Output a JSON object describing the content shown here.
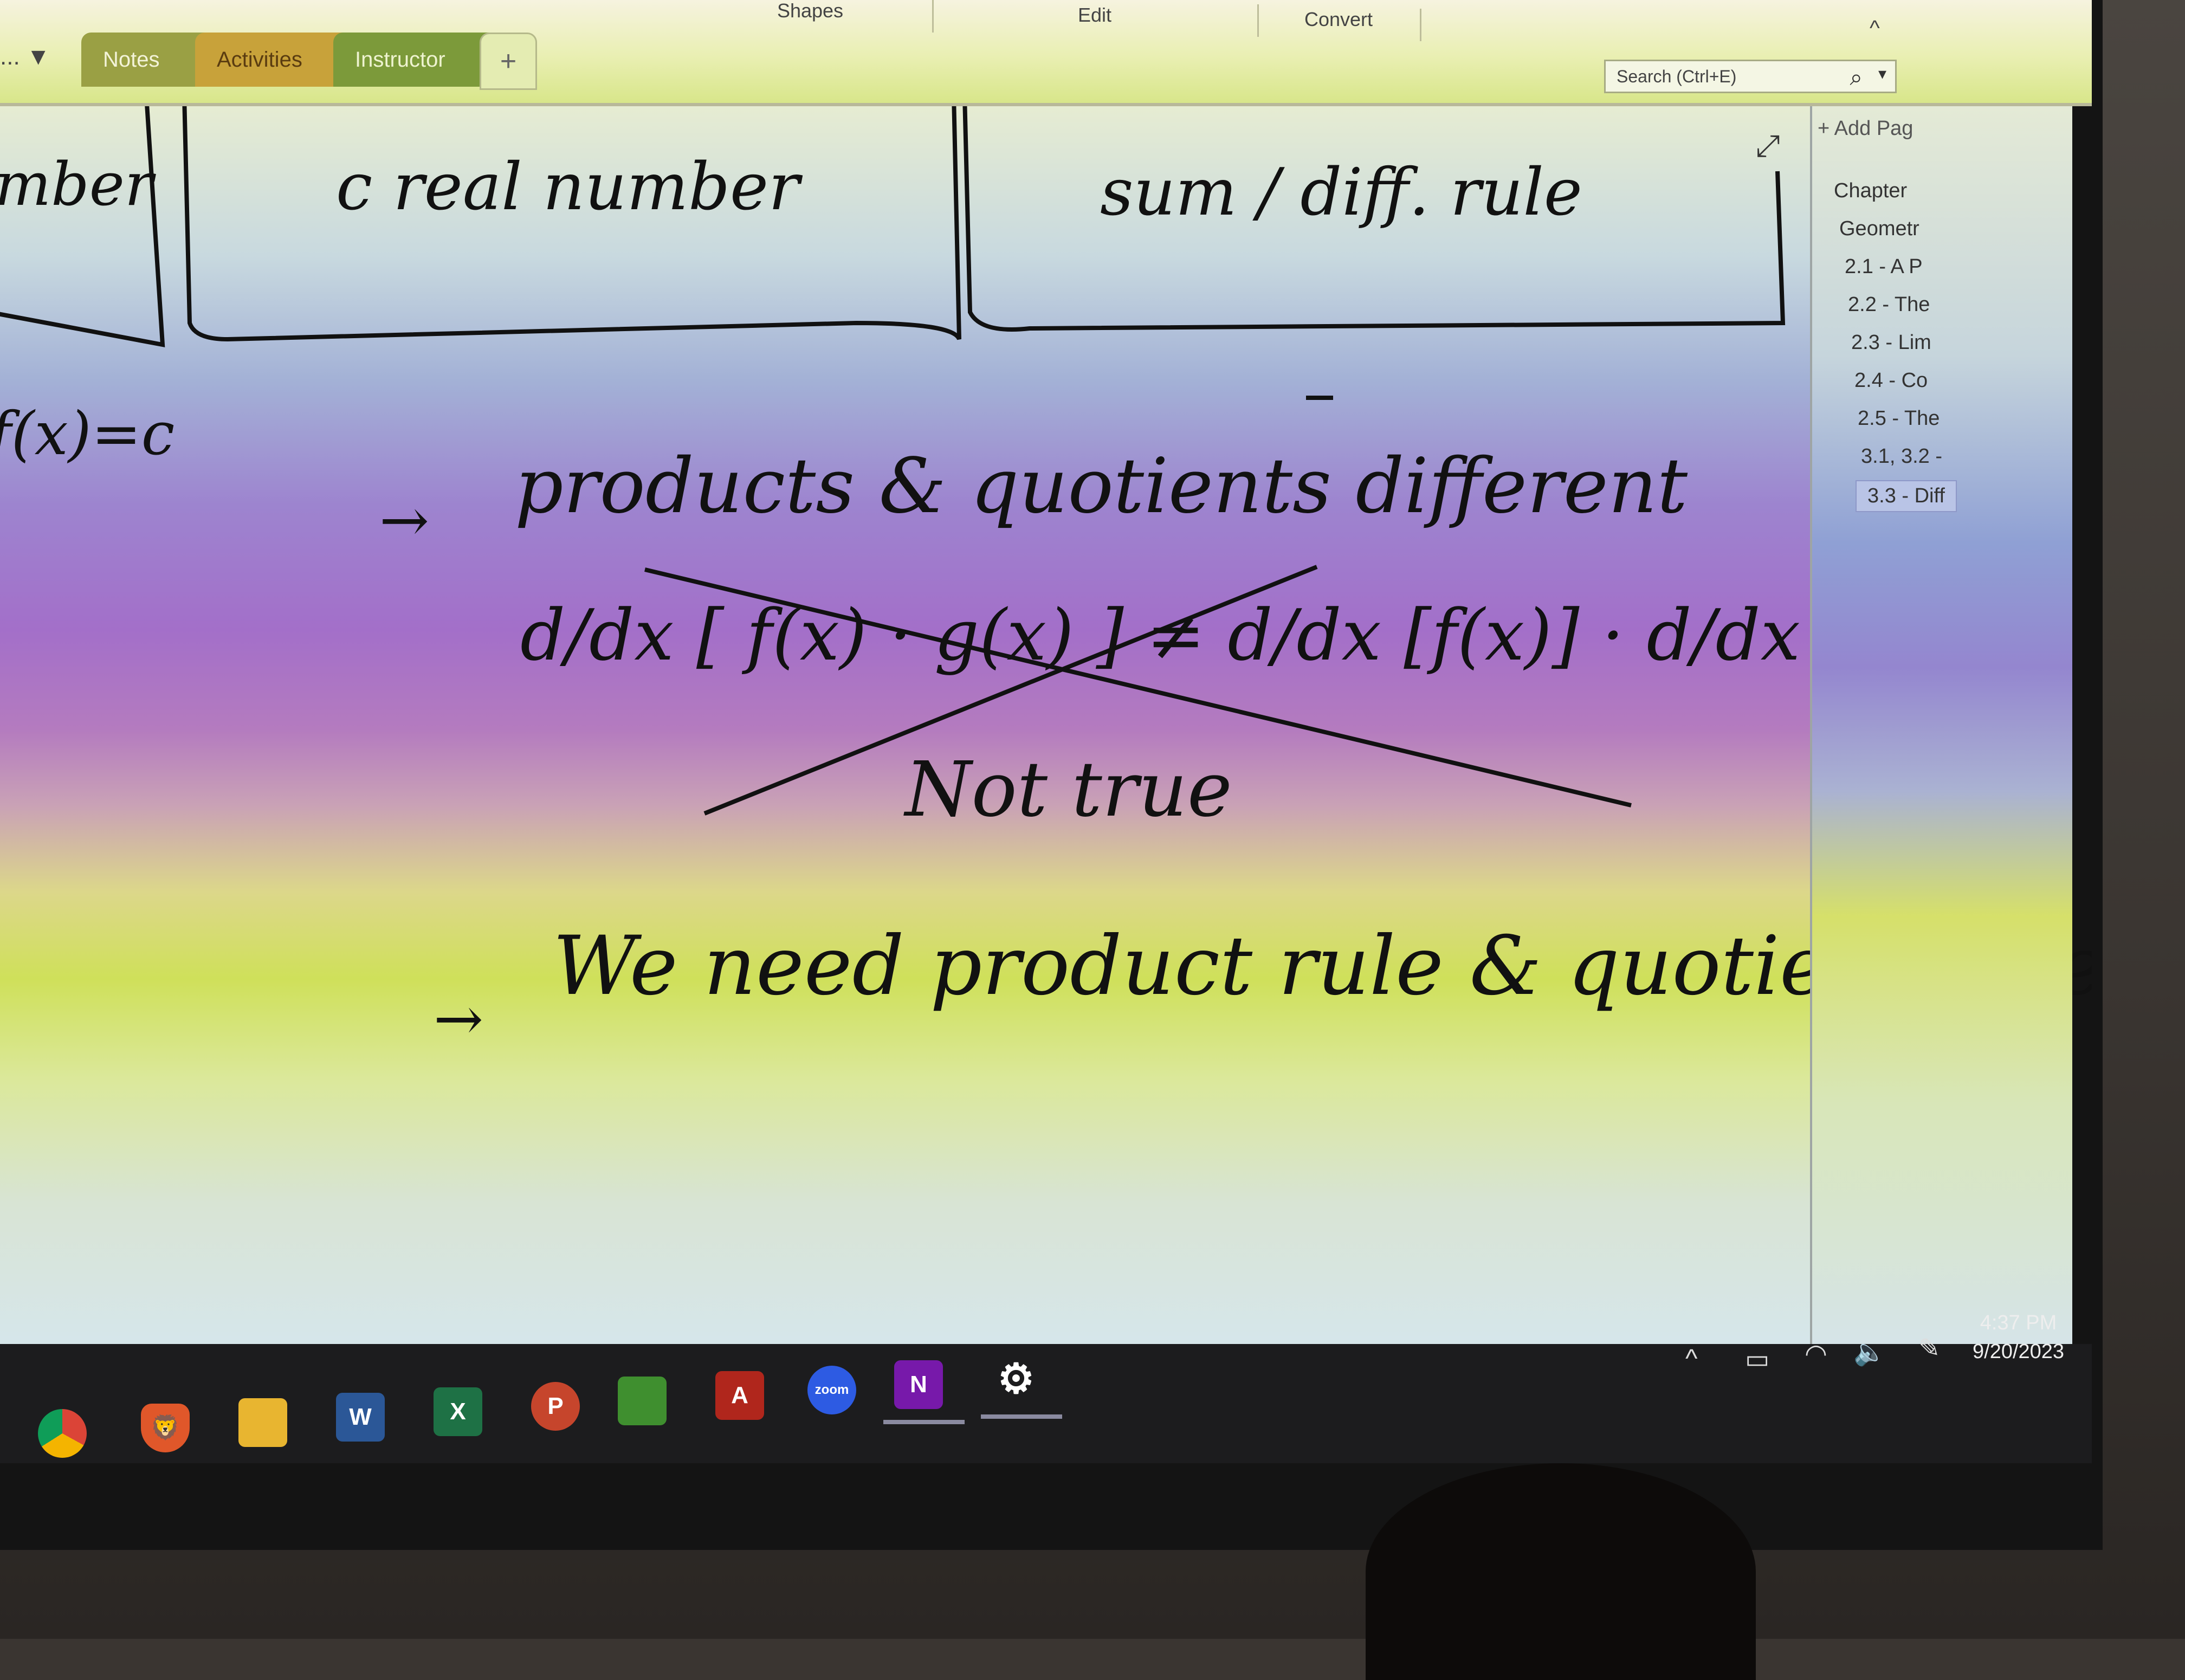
{
  "ribbon": {
    "groups": [
      "Shapes",
      "Edit",
      "Convert"
    ],
    "collapse_glyph": "^",
    "more_glyph": "... ▼"
  },
  "tabs": [
    {
      "label": "Notes"
    },
    {
      "label": "Activities"
    },
    {
      "label": "Instructor"
    },
    {
      "label": "+"
    }
  ],
  "search": {
    "placeholder": "Search (Ctrl+E)"
  },
  "canvas": {
    "ink": {
      "box1": "mber",
      "box2": "c   real   number",
      "box3": "sum / diff.  rule",
      "fx": "f(x)=c",
      "arrow1": "→",
      "line1": "products  &  quotients  different",
      "formula": "d/dx [ f(x) · g(x) ]  ≠  d/dx [f(x)] · d/dx [g(x)]",
      "not_true": "Not true",
      "arrow2": "→",
      "line2": "We   need   product rule  & quotient rule"
    }
  },
  "page_list": {
    "add_page_label": "+ Add Pag",
    "pages": [
      {
        "label": "Chapter"
      },
      {
        "label": "Geometr"
      },
      {
        "label": "2.1 - A P"
      },
      {
        "label": "2.2 - The"
      },
      {
        "label": "2.3 - Lim"
      },
      {
        "label": "2.4 - Co"
      },
      {
        "label": "2.5 - The"
      },
      {
        "label": "3.1, 3.2 -"
      },
      {
        "label": "3.3 - Diff"
      }
    ],
    "selected_index": 8
  },
  "taskbar": {
    "apps": [
      {
        "icon": "chrome-icon",
        "glyph": ""
      },
      {
        "icon": "brave-icon",
        "glyph": "🦁"
      },
      {
        "icon": "file-explorer-icon",
        "glyph": ""
      },
      {
        "icon": "word-icon",
        "glyph": "W"
      },
      {
        "icon": "excel-icon",
        "glyph": "X"
      },
      {
        "icon": "powerpoint-icon",
        "glyph": "P"
      },
      {
        "icon": "greenshot-icon",
        "glyph": ""
      },
      {
        "icon": "acrobat-icon",
        "glyph": "A"
      },
      {
        "icon": "zoom-icon",
        "glyph": "zoom"
      },
      {
        "icon": "onenote-icon",
        "glyph": "N"
      },
      {
        "icon": "settings-icon",
        "glyph": "⚙"
      }
    ],
    "tray": {
      "chevron_glyph": "^",
      "battery_glyph": "▭",
      "wifi_glyph": "◠",
      "volume_glyph": "🔈",
      "pen_glyph": "✎",
      "time": "4:37 PM",
      "date": "9/20/2023"
    }
  }
}
